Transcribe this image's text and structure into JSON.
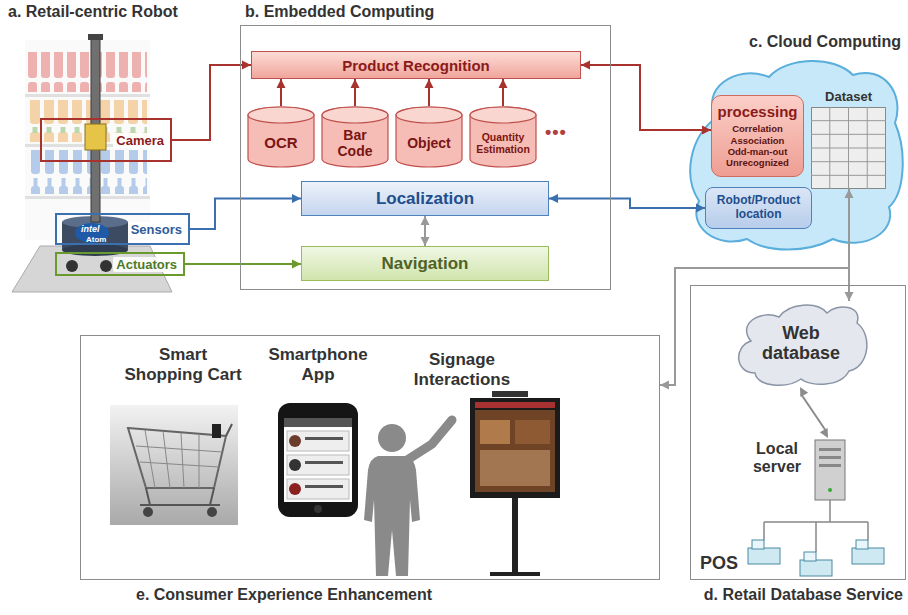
{
  "diagram": {
    "nodes": [
      {
        "text": [
          "Camera"
        ]
      },
      {
        "text": [
          "Sensors"
        ]
      },
      {
        "text": [
          "Actuators"
        ]
      },
      {
        "text": [
          "b. Embedded Computing"
        ]
      },
      {
        "text": [
          "Product Recognition"
        ],
        "in": 3
      },
      {
        "text": [
          "OCR"
        ],
        "in": 3
      },
      {
        "text": [
          "Bar Code"
        ],
        "in": 3
      },
      {
        "text": [
          "Object"
        ],
        "in": 3
      },
      {
        "text": [
          "Quantity Estimation"
        ],
        "in": 3
      },
      {
        "text": [
          "Localization"
        ],
        "in": 3
      },
      {
        "text": [
          "Navigation"
        ],
        "in": 3
      },
      {
        "text": [
          "c. Cloud Computing"
        ]
      },
      {
        "text": [
          "processing",
          "Correlation Association Odd-man-out Unrecognized"
        ],
        "in": 11
      },
      {
        "text": [
          "Robot/Product location"
        ],
        "in": 11
      },
      {
        "text": [
          "Dataset"
        ],
        "in": 11
      },
      {
        "text": [
          "e. Consumer Experience Enhancement"
        ]
      },
      {
        "text": [
          "d. Retail Database Service"
        ]
      },
      {
        "text": [
          "Web database"
        ],
        "in": 16
      }
    ],
    "edges": [
      {
        "from": 0,
        "to": 4,
        "arrow": "to"
      },
      {
        "from": 1,
        "to": 9,
        "arrow": "to"
      },
      {
        "from": 2,
        "to": 10,
        "arrow": "to"
      },
      {
        "from": 5,
        "to": 4,
        "arrow": "to"
      },
      {
        "from": 6,
        "to": 4,
        "arrow": "to"
      },
      {
        "from": 7,
        "to": 4,
        "arrow": "to"
      },
      {
        "from": 8,
        "to": 4,
        "arrow": "to"
      },
      {
        "from": 9,
        "to": 10,
        "arrow": "both"
      },
      {
        "from": 4,
        "to": 12,
        "arrow": "both"
      },
      {
        "from": 9,
        "to": 13,
        "arrow": "both"
      },
      {
        "from": 14,
        "to": 17,
        "arrow": "both"
      },
      {
        "from": 14,
        "to": 15,
        "arrow": "to"
      }
    ],
    "labels": [
      "a. Retail-centric Robot",
      "intel",
      "Atom",
      "•••",
      "Smart Shopping Cart",
      "Smartphone App",
      "Signage Interactions",
      "Local server",
      "POS"
    ]
  }
}
